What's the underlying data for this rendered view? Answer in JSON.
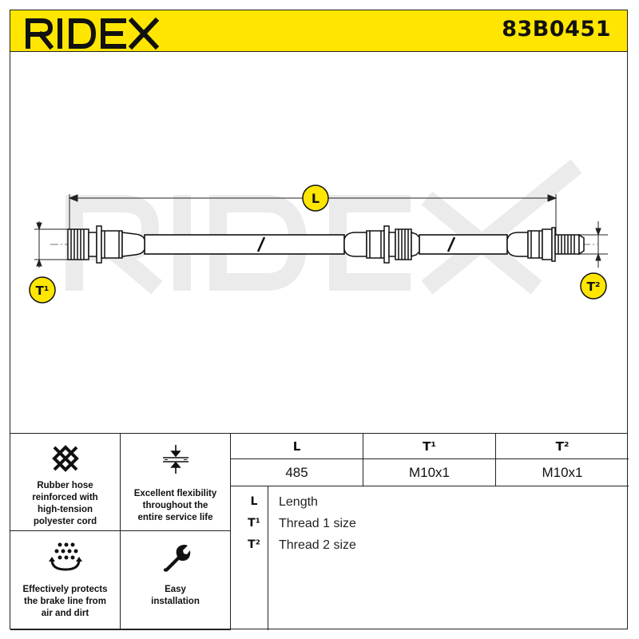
{
  "header": {
    "brand": "RIDEX",
    "part_number": "83B0451",
    "background_color": "#ffe600"
  },
  "drawing": {
    "dimension_label": "L",
    "thread_1_label": "T¹",
    "thread_2_label": "T²",
    "watermark": "RIDEX",
    "badge_color": "#ffe600"
  },
  "features": [
    {
      "icon": "mesh-icon",
      "text": "Rubber hose\nreinforced with\nhigh-tension\npolyester cord"
    },
    {
      "icon": "compress-arrows-icon",
      "text": "Excellent flexibility\nthroughout the\nentire service life"
    },
    {
      "icon": "dots-shield-icon",
      "text": "Effectively protects\nthe brake line from\nair and dirt"
    },
    {
      "icon": "wrench-icon",
      "text": "Easy\ninstallation"
    }
  ],
  "spec_table": {
    "headers": [
      "L",
      "T¹",
      "T²"
    ],
    "values": [
      "485",
      "M10x1",
      "M10x1"
    ]
  },
  "legend": [
    {
      "key": "L",
      "value": "Length"
    },
    {
      "key": "T¹",
      "value": "Thread 1 size"
    },
    {
      "key": "T²",
      "value": "Thread 2 size"
    }
  ]
}
